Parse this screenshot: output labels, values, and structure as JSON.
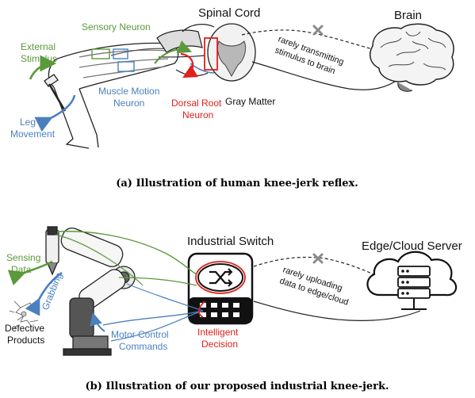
{
  "panel_a": {
    "caption": "(a) Illustration of human knee-jerk reflex.",
    "labels": {
      "spinal_cord": "Spinal Cord",
      "brain": "Brain",
      "sensory_neuron": "Sensory Neuron",
      "external_stimulus_1": "External",
      "external_stimulus_2": "Stimulus",
      "muscle_motion_1": "Muscle Motion",
      "muscle_motion_2": "Neuron",
      "leg_movement_1": "Leg",
      "leg_movement_2": "Movement",
      "dorsal_root_1": "Dorsal Root",
      "dorsal_root_2": "Neuron",
      "gray_matter": "Gray Matter",
      "rarely_1": "rarely transmitting",
      "rarely_2": "stimulus to brain"
    }
  },
  "panel_b": {
    "caption": "(b) Illustration of our proposed industrial knee-jerk.",
    "labels": {
      "industrial_switch": "Industrial Switch",
      "edge_cloud_server": "Edge/Cloud Server",
      "sensing_1": "Sensing",
      "sensing_2": "Data",
      "grabbing": "Grabbing",
      "defective_1": "Defective",
      "defective_2": "Products",
      "motor_1": "Motor Control",
      "motor_2": "Commands",
      "intelligent_1": "Intelligent",
      "intelligent_2": "Decision",
      "rarely_1": "rarely uploading",
      "rarely_2": "data to edge/cloud"
    }
  },
  "colors": {
    "green": "#5a9a3a",
    "blue": "#4a80c0",
    "red": "#e0201c",
    "gray": "#8a8a8a",
    "black": "#111111"
  }
}
